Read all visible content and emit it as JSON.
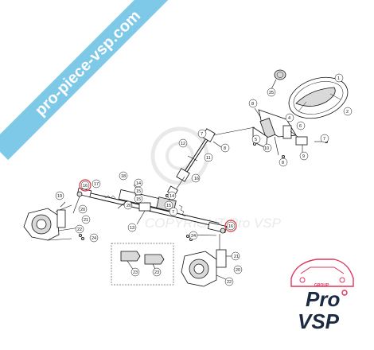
{
  "banner": {
    "text": "pro-piece-vsp.com",
    "color": "#7ec8e8"
  },
  "watermark": {
    "text": "COPYRIGHT Pro VSP"
  },
  "logo": {
    "group": "GROUP",
    "line1": "Pro",
    "line2": "VSP",
    "color_dark": "#1c2a44",
    "color_accent": "#e0345a"
  },
  "parts": {
    "p1": "1",
    "p2": "2",
    "p4": "4",
    "p5": "5",
    "p6": "6",
    "p7": "7",
    "p8": "8",
    "p9": "9",
    "p10": "10",
    "p11": "11",
    "p12": "12",
    "p13": "13",
    "p14": "14",
    "p15": "15",
    "p16a": "16",
    "p16b": "16",
    "p17": "17",
    "p18": "18",
    "p19": "19",
    "p20a": "20",
    "p20b": "20",
    "p21a": "21",
    "p21b": "21",
    "p22a": "22",
    "p22b": "22",
    "p23a": "23",
    "p23b": "23",
    "p24a": "24",
    "p24b": "24",
    "p25": "25",
    "p8b": "8",
    "p14b": "14",
    "p15b": "15",
    "p15c": "15",
    "p26": "7",
    "p27": "8",
    "p28": "16"
  }
}
